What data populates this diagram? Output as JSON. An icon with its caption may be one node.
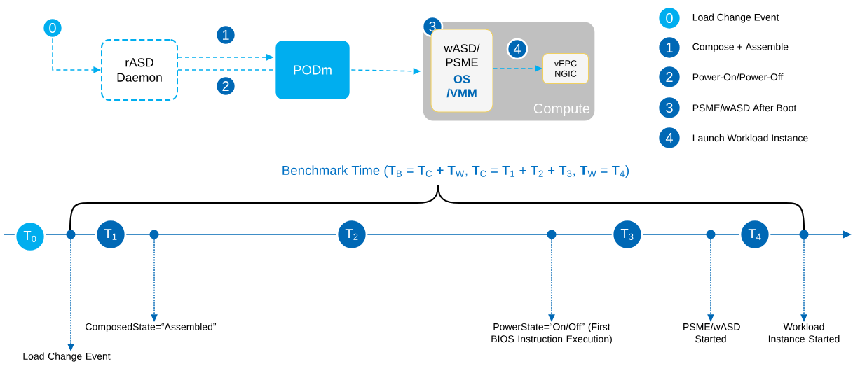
{
  "diagram": {
    "nodes": [
      {
        "text": [
          "0"
        ]
      },
      {
        "text": [
          "rASD Daemon"
        ]
      },
      {
        "text": [
          "1"
        ]
      },
      {
        "text": [
          "2"
        ]
      },
      {
        "text": [
          "PODm"
        ]
      },
      {
        "text": [
          "Compute"
        ]
      },
      {
        "text": [
          "3"
        ]
      },
      {
        "text": [
          "wASD/ PSME",
          "OS /VMM"
        ],
        "in": 5
      },
      {
        "text": [
          "4"
        ],
        "in": 5
      },
      {
        "text": [
          "vEPC NGIC"
        ],
        "in": 5
      },
      {
        "text": [
          "0"
        ],
        "beside": [
          "Load Change Event"
        ]
      },
      {
        "text": [
          "1"
        ],
        "beside": [
          "Compose + Assemble"
        ]
      },
      {
        "text": [
          "2"
        ],
        "beside": [
          "Power-On/Power-Off"
        ]
      },
      {
        "text": [
          "3"
        ],
        "beside": [
          "PSME/wASD After Boot"
        ]
      },
      {
        "text": [
          "4"
        ],
        "beside": [
          "Launch Workload Instance"
        ]
      },
      {
        "text": [
          "T$_{0}$"
        ]
      },
      {
        "text": [],
        "shape": "circle"
      },
      {
        "text": [
          "T$_{1}$"
        ]
      },
      {
        "text": [],
        "shape": "circle"
      },
      {
        "text": [
          "T$_{2}$"
        ]
      },
      {
        "text": [],
        "shape": "circle"
      },
      {
        "text": [
          "T$_{3}$"
        ]
      },
      {
        "text": [],
        "shape": "circle"
      },
      {
        "text": [
          "T$_{4}$"
        ]
      },
      {
        "text": [],
        "shape": "circle"
      },
      {
        "text": [
          "Load Change Event"
        ]
      },
      {
        "text": [
          "ComposedState=“Assembled”"
        ]
      },
      {
        "text": [
          "PowerState=“On/Off” (First BIOS Instruction Execution)"
        ]
      },
      {
        "text": [
          "PSME/wASD Started"
        ]
      },
      {
        "text": [
          "Workload Instance Started"
        ]
      }
    ],
    "edges": [
      {
        "from": 0,
        "to": 1,
        "arrow": "to",
        "style": "dashed",
        "color": "#00aeef"
      },
      {
        "from": 1,
        "to": 4,
        "arrow": "to",
        "style": "dashed",
        "color": "#00aeef"
      },
      {
        "from": 1,
        "to": 4,
        "arrow": "none",
        "style": "dashed",
        "color": "#00aeef"
      },
      {
        "from": 4,
        "to": 5,
        "arrow": "to",
        "style": "dashed",
        "color": "#00aeef"
      },
      {
        "from": 7,
        "to": 9,
        "arrow": "to",
        "style": "dashed",
        "color": "#00aeef"
      },
      {
        "from": 16,
        "to": 25,
        "arrow": "to",
        "style": "dashed",
        "color": "#0068b5"
      },
      {
        "from": 18,
        "to": 26,
        "arrow": "to",
        "style": "dashed",
        "color": "#0068b5"
      },
      {
        "from": 20,
        "to": 27,
        "arrow": "to",
        "style": "dashed",
        "color": "#0068b5"
      },
      {
        "from": 22,
        "to": 28,
        "arrow": "to",
        "style": "dashed",
        "color": "#0068b5"
      },
      {
        "from": 24,
        "to": 29,
        "arrow": "to",
        "style": "dashed",
        "color": "#0068b5"
      }
    ],
    "labels": [
      "Benchmark Time (T$_{B}$ = **T**$_{C}$ **+ T**$_{W}$, **T**$_{C}$ = T$_{1}$ + T$_{2}$ + T$_{3}$, **T**$_{W}$ = T$_{4}$)"
    ]
  }
}
